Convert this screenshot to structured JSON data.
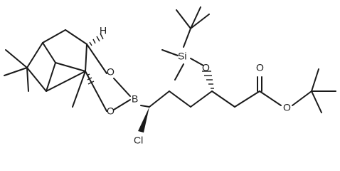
{
  "atoms": {
    "O_ring_top": "O",
    "O_ring_bottom": "O",
    "B": "B",
    "H": "H",
    "Cl": "Cl",
    "Si": "Si",
    "O_silyl": "O",
    "O_carbonyl": "O",
    "O_ester": "O"
  },
  "colors": {
    "bond": "#1a1a1a",
    "background": "#ffffff"
  }
}
